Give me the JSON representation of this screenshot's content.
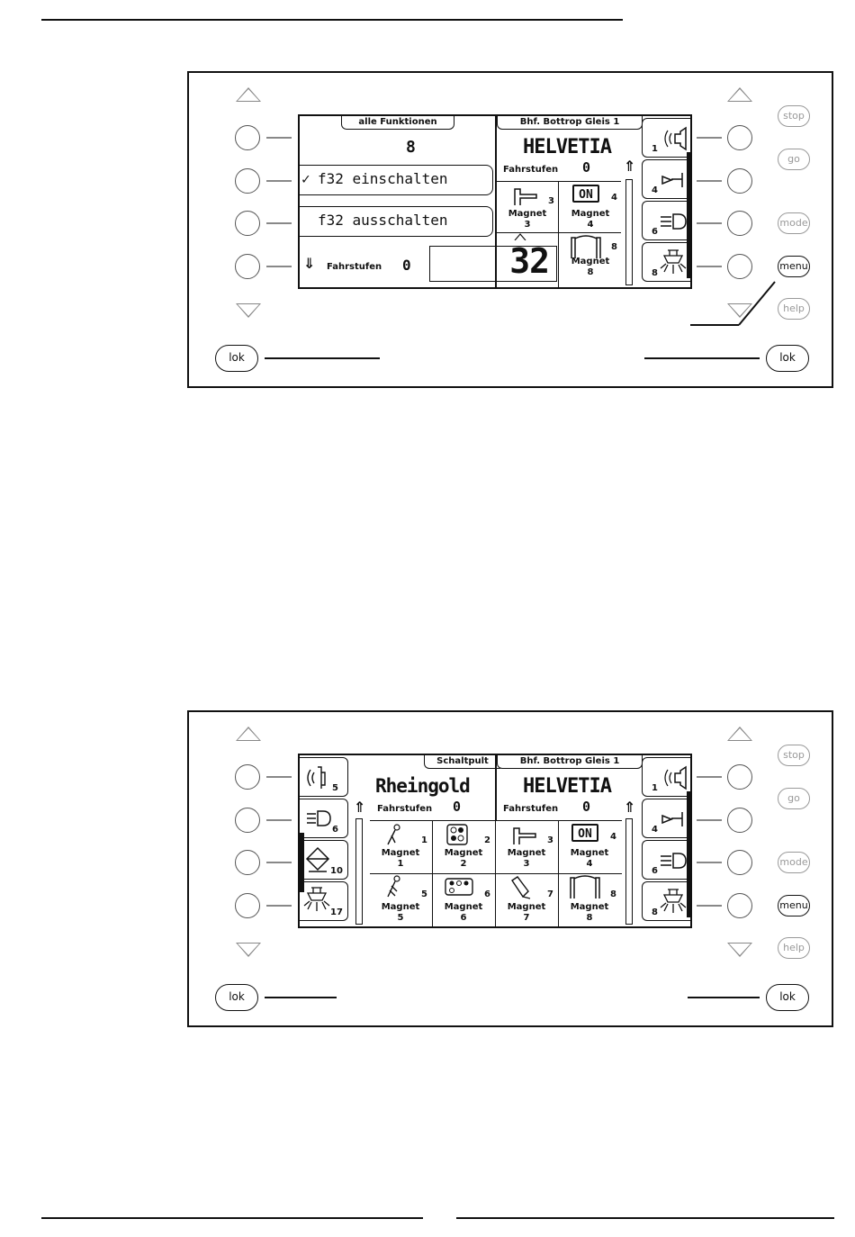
{
  "panel1": {
    "soft_buttons": {
      "stop": "stop",
      "go": "go",
      "mode": "mode",
      "menu": "menu",
      "help": "help"
    },
    "lok_left": "lok",
    "lok_right": "lok",
    "screen": {
      "left_tab_title": "alle Funktionen",
      "function_number": "8",
      "option_on": "f32 einschalten",
      "option_off": "f32 ausschalten",
      "option_on_check": "✓",
      "down_arrow": "⇓",
      "speed_label": "Fahrstufen",
      "speed_value": "0",
      "big_value": "32",
      "right_tab_title": "Bhf. Bottrop Gleis 1",
      "loco_name": "HELVETIA",
      "right_speed_label": "Fahrstufen",
      "right_speed_value": "0",
      "up_arrow": "⇑",
      "cells": [
        {
          "num": "3",
          "label": "Magnet",
          "sub": "3"
        },
        {
          "num": "4",
          "label": "Magnet",
          "sub": "4",
          "badge": "ON"
        },
        {
          "num": "8",
          "label": "Magnet",
          "sub": "8"
        }
      ],
      "right_tabs": [
        "1",
        "4",
        "6",
        "8"
      ]
    }
  },
  "panel2": {
    "soft_buttons": {
      "stop": "stop",
      "go": "go",
      "mode": "mode",
      "menu": "menu",
      "help": "help"
    },
    "lok_left": "lok",
    "lok_right": "lok",
    "screen": {
      "left_tabs": [
        "5",
        "6",
        "10",
        "17"
      ],
      "left_tab_title": "Schaltpult",
      "left_loco_name": "Rheingold",
      "left_speed_label": "Fahrstufen",
      "left_speed_value": "0",
      "right_tab_title": "Bhf. Bottrop Gleis 1",
      "right_loco_name": "HELVETIA",
      "right_speed_label": "Fahrstufen",
      "right_speed_value": "0",
      "up_arrow": "⇑",
      "cells": [
        {
          "num": "1",
          "label": "Magnet",
          "sub": "1"
        },
        {
          "num": "2",
          "label": "Magnet",
          "sub": "2"
        },
        {
          "num": "3",
          "label": "Magnet",
          "sub": "3"
        },
        {
          "num": "4",
          "label": "Magnet",
          "sub": "4",
          "badge": "ON"
        },
        {
          "num": "5",
          "label": "Magnet",
          "sub": "5"
        },
        {
          "num": "6",
          "label": "Magnet",
          "sub": "6"
        },
        {
          "num": "7",
          "label": "Magnet",
          "sub": "7"
        },
        {
          "num": "8",
          "label": "Magnet",
          "sub": "8"
        }
      ],
      "right_tabs": [
        "1",
        "4",
        "6",
        "8"
      ]
    }
  }
}
